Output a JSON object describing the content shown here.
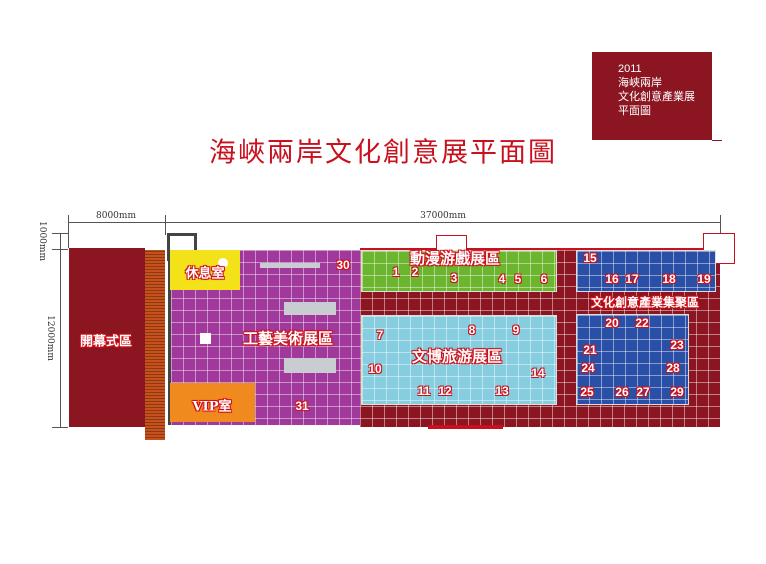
{
  "info_box": {
    "lines": [
      "2011",
      "海峽兩岸",
      "文化創意產業展",
      "平面圖"
    ]
  },
  "title": "海峽兩岸文化創意展平面圖",
  "dimensions": {
    "width_left": "8000mm",
    "width_right": "37000mm",
    "height_top": "1000mm",
    "height_main": "12000mm"
  },
  "zones": {
    "opening": "開幕式區",
    "rest": "休息室",
    "vip": "VIP室",
    "crafts": "工藝美術展區",
    "animation": "動漫游戲展區",
    "culture_tourism": "文博旅游展區",
    "creative_cluster": "文化創意產業集聚區"
  },
  "booths": [
    "1",
    "2",
    "3",
    "4",
    "5",
    "6",
    "7",
    "8",
    "9",
    "10",
    "11",
    "12",
    "13",
    "14",
    "15",
    "16",
    "17",
    "18",
    "19",
    "20",
    "21",
    "22",
    "23",
    "24",
    "25",
    "26",
    "27",
    "28",
    "29",
    "30",
    "31"
  ],
  "colors": {
    "dark_red": "#8b1520",
    "purple": "#a0399b",
    "green": "#6cb52e",
    "light_blue": "#86cde0",
    "blue": "#2a4fa6",
    "yellow": "#f3e21a",
    "orange": "#f08a1e",
    "title_red": "#c8101e"
  }
}
